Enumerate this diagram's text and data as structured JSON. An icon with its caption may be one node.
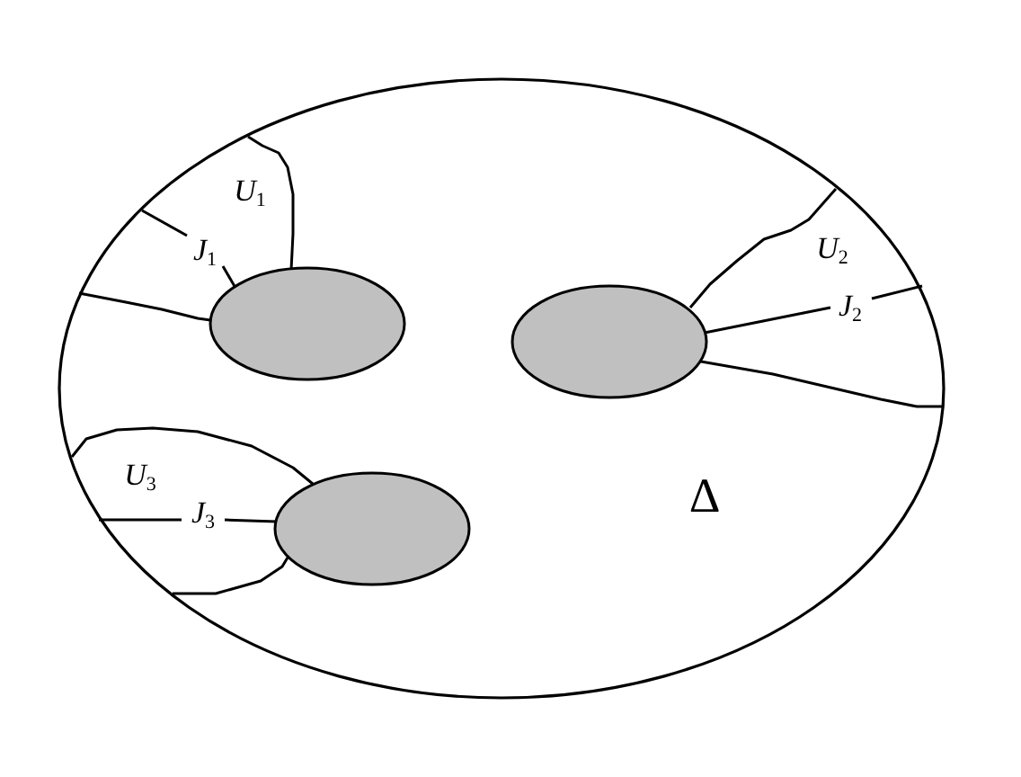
{
  "diagram": {
    "nodes": [
      {
        "text": [],
        "shape": "ellipse"
      },
      {
        "text": [],
        "shape": "ellipse"
      },
      {
        "text": [],
        "shape": "ellipse"
      }
    ],
    "labels": [
      "*U*$_{1}$",
      "*J*$_{1}$",
      "*U*$_{2}$",
      "*J*$_{2}$",
      "*U*$_{3}$",
      "*J*$_{3}$",
      "Δ"
    ]
  }
}
